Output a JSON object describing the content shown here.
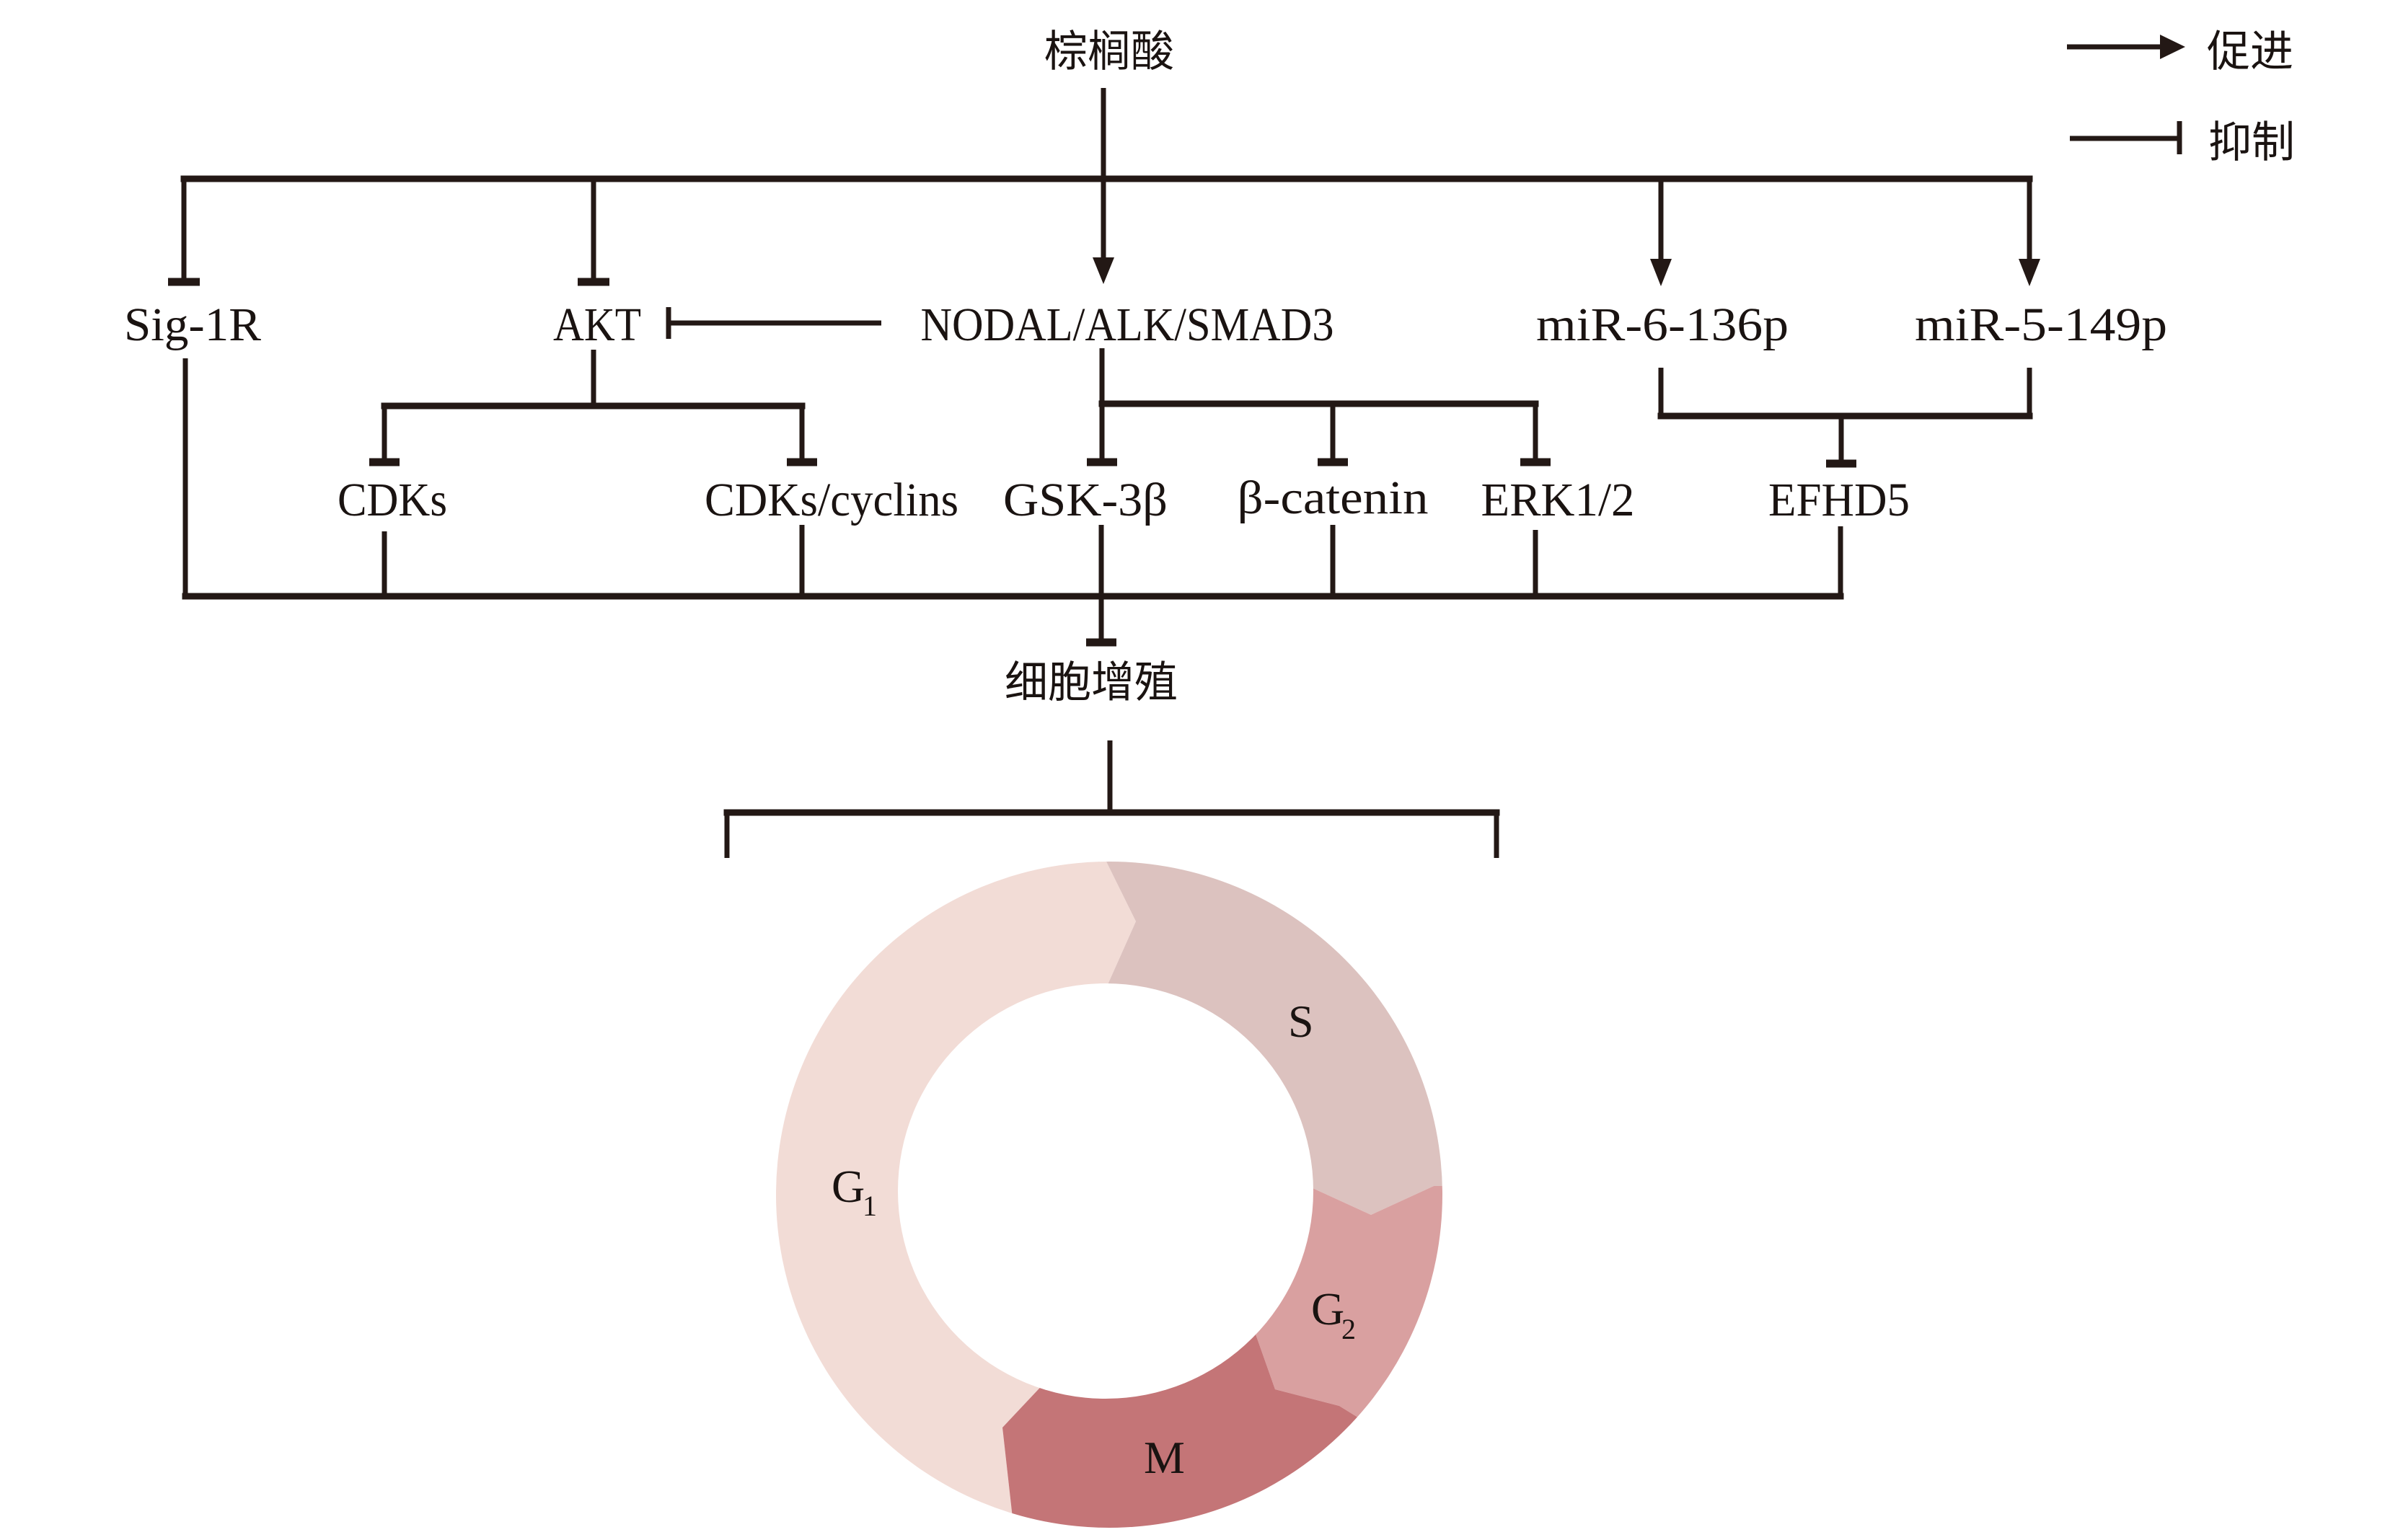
{
  "title": "棕榈酸",
  "legend": {
    "promote_label": "促进",
    "inhibit_label": "抑制"
  },
  "nodes": {
    "sig1r": "Sig-1R",
    "akt": "AKT",
    "nodal": "NODAL/ALK/SMAD3",
    "mir6": "miR-6-136p",
    "mir5": "miR-5-149p",
    "cdks": "CDKs",
    "cdks_cyclins": "CDKs/cyclins",
    "gsk3b": "GSK-3β",
    "bcatenin": "β-catenin",
    "erk": "ERK1/2",
    "efhd5": "EFHD5",
    "outcome": "细胞增殖"
  },
  "edges": [
    {
      "from": "棕榈酸",
      "to": "Sig-1R",
      "type": "inhibit"
    },
    {
      "from": "棕榈酸",
      "to": "AKT",
      "type": "inhibit"
    },
    {
      "from": "棕榈酸",
      "to": "NODAL/ALK/SMAD3",
      "type": "promote"
    },
    {
      "from": "棕榈酸",
      "to": "miR-6-136p",
      "type": "promote"
    },
    {
      "from": "棕榈酸",
      "to": "miR-5-149p",
      "type": "promote"
    },
    {
      "from": "NODAL/ALK/SMAD3",
      "to": "AKT",
      "type": "inhibit"
    },
    {
      "from": "AKT",
      "to": "CDKs",
      "type": "inhibit"
    },
    {
      "from": "AKT",
      "to": "CDKs/cyclins",
      "type": "inhibit"
    },
    {
      "from": "NODAL/ALK/SMAD3",
      "to": "GSK-3β",
      "type": "inhibit"
    },
    {
      "from": "NODAL/ALK/SMAD3",
      "to": "β-catenin",
      "type": "inhibit"
    },
    {
      "from": "NODAL/ALK/SMAD3",
      "to": "ERK1/2",
      "type": "inhibit"
    },
    {
      "from": "miR-6-136p + miR-5-149p",
      "to": "EFHD5",
      "type": "inhibit"
    },
    {
      "from": "Sig-1R, CDKs, CDKs/cyclins, GSK-3β, β-catenin, ERK1/2, EFHD5",
      "to": "细胞增殖",
      "type": "inhibit"
    }
  ],
  "cell_cycle": {
    "phases": [
      {
        "name": "G",
        "sub": "1",
        "color": "#f2dcd6"
      },
      {
        "name": "S",
        "sub": "",
        "color": "#dcc2bf"
      },
      {
        "name": "G",
        "sub": "2",
        "color": "#d9a0a0"
      },
      {
        "name": "M",
        "sub": "",
        "color": "#c47577"
      }
    ]
  },
  "colors": {
    "line": "#231815"
  }
}
